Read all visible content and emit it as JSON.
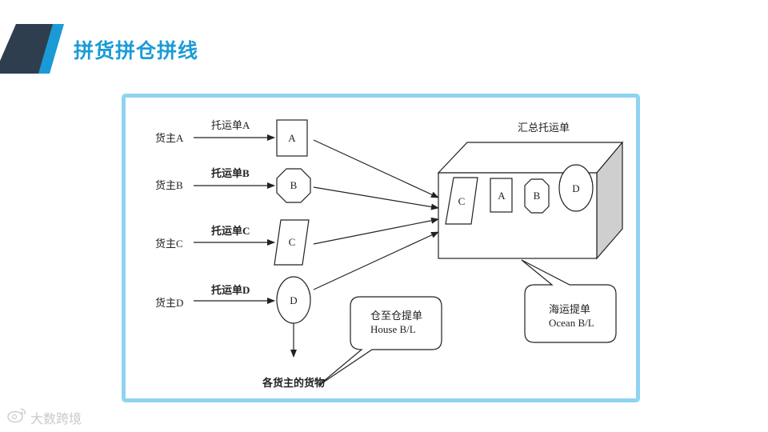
{
  "slide": {
    "title": "拼货拼仓拼线",
    "accent_color": "#1a9bd7",
    "dark_bar_color": "#2f3e4e"
  },
  "diagram": {
    "shippers": [
      {
        "label": "货主A",
        "waybill": "托运单A",
        "doc": "A",
        "shape": "rectangle"
      },
      {
        "label": "货主B",
        "waybill": "托运单B",
        "doc": "B",
        "shape": "octagon"
      },
      {
        "label": "货主C",
        "waybill": "托运单C",
        "doc": "C",
        "shape": "parallelogram"
      },
      {
        "label": "货主D",
        "waybill": "托运单D",
        "doc": "D",
        "shape": "ellipse"
      }
    ],
    "consolidated_label": "汇总托运单",
    "container_docs": [
      "C",
      "A",
      "B",
      "D"
    ],
    "house_bl": {
      "line1": "仓至仓提单",
      "line2": "House B/L"
    },
    "ocean_bl": {
      "line1": "海运提单",
      "line2": "Ocean B/L"
    },
    "goods_label": "各货主的货物"
  },
  "watermark": {
    "text": "大数跨境",
    "icon": "weibo-logo-icon"
  }
}
